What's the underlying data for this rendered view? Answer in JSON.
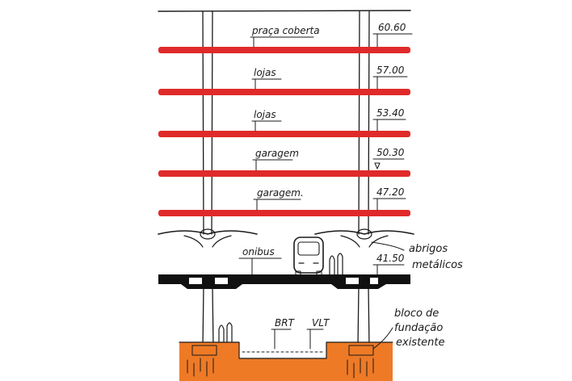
{
  "colors": {
    "slab": "#e02a2a",
    "ground": "#ee7a26",
    "ink": "#1a1a1a",
    "background": "#ffffff"
  },
  "levels": [
    {
      "label": "praça coberta",
      "elevation": "60.60"
    },
    {
      "label": "lojas",
      "elevation": "57.00"
    },
    {
      "label": "lojas",
      "elevation": "53.40"
    },
    {
      "label": "garagem",
      "elevation": "50.30"
    },
    {
      "label": "garagem.",
      "elevation": "47.20"
    }
  ],
  "bus_level": {
    "label": "onibus",
    "elevation": "41.50"
  },
  "shelters_label": [
    "abrigos",
    "metálicos"
  ],
  "ground_labels": {
    "brt": "BRT",
    "vlt": "VLT"
  },
  "foundation_label": [
    "bloco de",
    "fundação",
    "existente"
  ]
}
